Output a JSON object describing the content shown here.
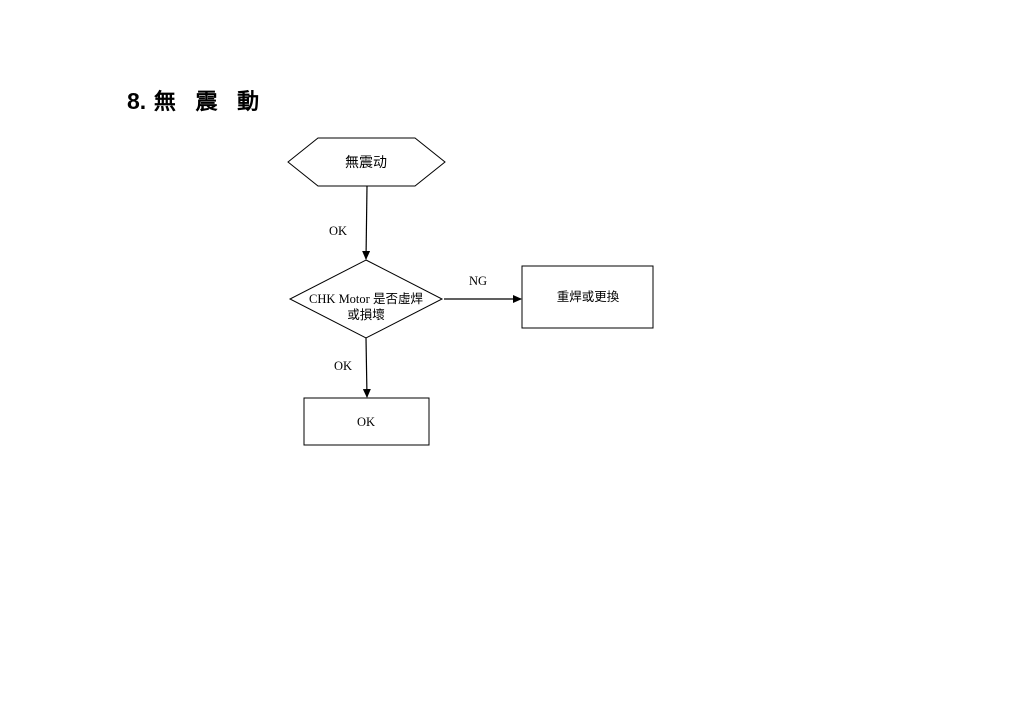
{
  "heading": {
    "number": "8.",
    "title": "無 震 動"
  },
  "flowchart": {
    "start": {
      "label": "無震动"
    },
    "decision": {
      "line1": "CHK  Motor 是否虛焊",
      "line2": "或損壞"
    },
    "ng_action": {
      "label": "重焊或更換"
    },
    "end": {
      "label": "OK"
    },
    "edges": {
      "start_to_decision": "OK",
      "decision_to_ng": "NG",
      "decision_to_end": "OK"
    }
  },
  "colors": {
    "line": "#000000",
    "background": "#ffffff"
  }
}
